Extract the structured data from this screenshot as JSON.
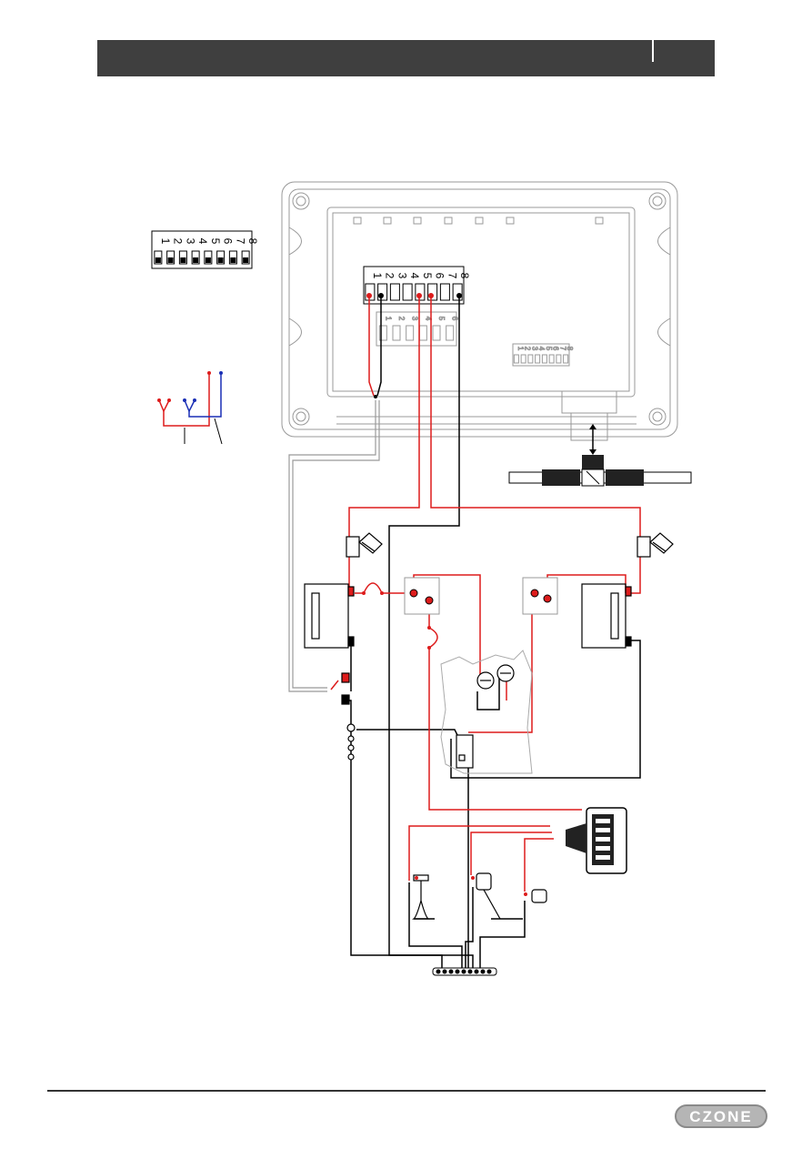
{
  "header": {
    "title": ""
  },
  "diagram": {
    "legend_dip_numbers": [
      "1",
      "2",
      "3",
      "4",
      "5",
      "6",
      "7",
      "8"
    ],
    "terminal_numbers": [
      "1",
      "2",
      "3",
      "4",
      "5",
      "6",
      "7",
      "8"
    ],
    "lower_terminal_numbers": [
      "1",
      "2",
      "3",
      "4",
      "5",
      "6"
    ],
    "small_dip_numbers": [
      "1",
      "2",
      "3",
      "4",
      "5",
      "6",
      "7",
      "8"
    ]
  },
  "colors": {
    "positive_wire": "#dd1c1c",
    "negative_wire": "#000000",
    "signal_wire": "#1a2fb5",
    "shield_wire": "#999999",
    "header": "#3f3f3f"
  },
  "logo": {
    "text": "CZONE"
  }
}
